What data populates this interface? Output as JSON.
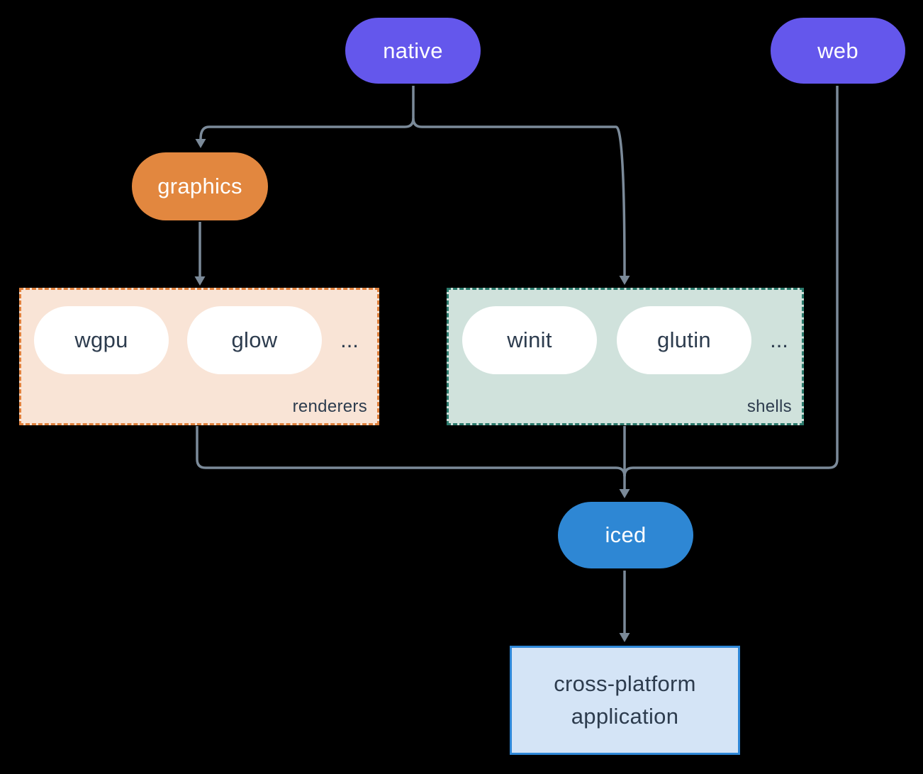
{
  "colors": {
    "background": "#000000",
    "node_purple": "#6457ec",
    "node_orange": "#e2873f",
    "node_blue": "#2e87d4",
    "pill_white": "#ffffff",
    "white_text": "#ffffff",
    "dark_text": "#2d3c4e",
    "edge_gray": "#7b8a99",
    "renderers_bg": "#f9e4d6",
    "renderers_border": "#e0813d",
    "shells_bg": "#d0e2dc",
    "shells_border": "#2b7a6c",
    "application_bg": "#d4e4f6",
    "application_border": "#2f88d8"
  },
  "diagram": {
    "nodes": {
      "native": {
        "label": "native"
      },
      "web": {
        "label": "web"
      },
      "graphics": {
        "label": "graphics"
      },
      "iced": {
        "label": "iced"
      },
      "application": {
        "line1": "cross-platform",
        "line2": "application"
      }
    },
    "groups": {
      "renderers": {
        "label": "renderers",
        "items": [
          "wgpu",
          "glow"
        ],
        "ellipsis": "..."
      },
      "shells": {
        "label": "shells",
        "items": [
          "winit",
          "glutin"
        ],
        "ellipsis": "..."
      }
    }
  }
}
